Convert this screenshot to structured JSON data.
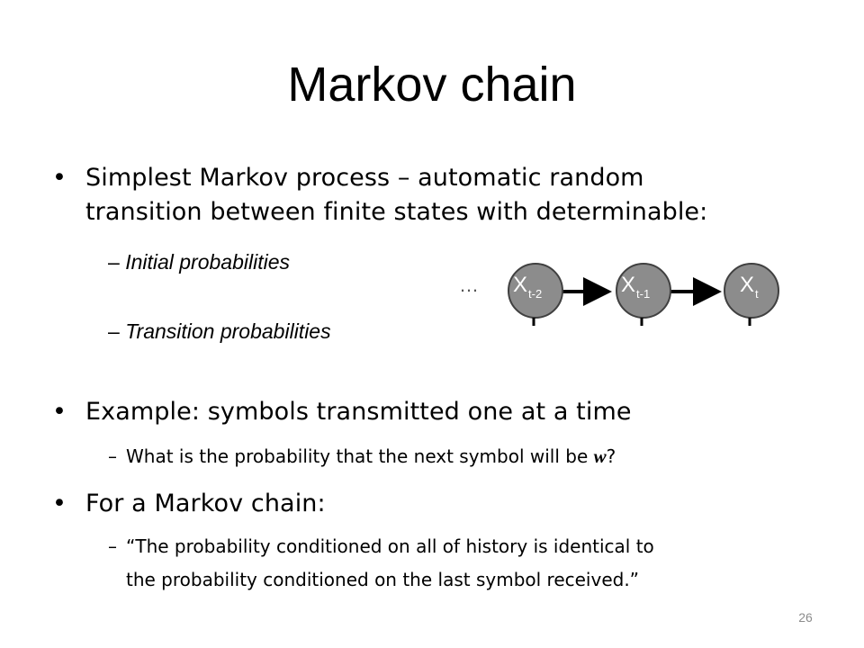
{
  "slide": {
    "title": "Markov chain",
    "bullets": [
      {
        "text_line1": "Simplest Markov process – automatic random",
        "text_line2": "transition between finite states with determinable:",
        "sub": [
          {
            "dash": "–",
            "text": "Initial probabilities"
          },
          {
            "dash": "–",
            "text": "Transition probabilities"
          }
        ]
      },
      {
        "text": "Example: symbols transmitted one at a time",
        "sub": [
          {
            "dash": "–",
            "text_before": "What is the probability that the next symbol will be ",
            "variable": "w",
            "text_after": "?"
          }
        ]
      },
      {
        "text": "For a Markov chain:",
        "sub": [
          {
            "dash": "–",
            "text_line1": "“The probability conditioned on all of history is identical to",
            "text_line2": "the probability conditioned on the last symbol received.”"
          }
        ]
      }
    ],
    "bullet_symbol": "•",
    "page_number": "26"
  },
  "diagram": {
    "ellipsis": "…",
    "nodes": [
      {
        "letter": "X",
        "subscript": "t-2"
      },
      {
        "letter": "X",
        "subscript": "t-1"
      },
      {
        "letter": "X",
        "subscript": "t"
      }
    ],
    "node_color": "#8c8c8c",
    "node_stroke": "#404040",
    "arrow_color": "#000000"
  }
}
